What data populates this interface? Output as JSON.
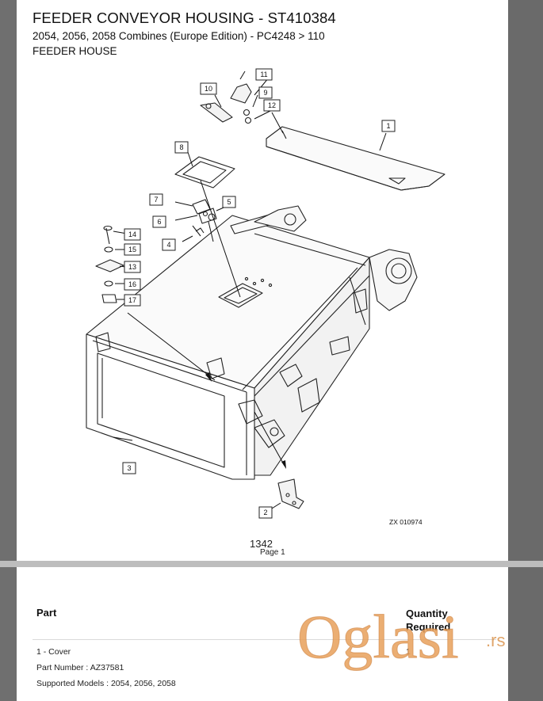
{
  "document": {
    "title": "FEEDER CONVEYOR HOUSING - ST410384",
    "subtitle": "2054, 2056, 2058 Combines (Europe Edition) - PC4248 > 110",
    "section": "FEEDER HOUSE",
    "drawing_code": "ZX 010974",
    "page_number": "1342",
    "page_label": "Page 1"
  },
  "callouts": [
    "1",
    "2",
    "3",
    "4",
    "5",
    "6",
    "7",
    "8",
    "9",
    "10",
    "11",
    "12",
    "13",
    "14",
    "15",
    "16",
    "17"
  ],
  "parts_table": {
    "headers": {
      "part": "Part",
      "quantity": "Quantity Required"
    },
    "rows": [
      {
        "item": "1 - Cover",
        "part_number": "Part Number : AZ37581",
        "models": "Supported Models : 2054, 2056, 2058",
        "quantity": "1"
      }
    ]
  },
  "watermark": {
    "text": "Oglasi",
    "suffix": ".rs",
    "color": "#e8a05a"
  }
}
